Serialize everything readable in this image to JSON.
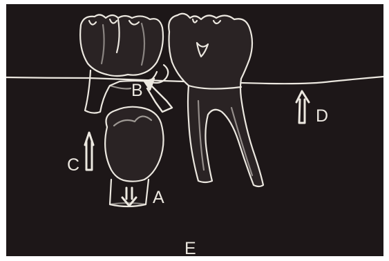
{
  "diagram": {
    "labels": {
      "a": "A",
      "b": "B",
      "c": "C",
      "d": "D",
      "e": "E"
    },
    "colors": {
      "background": "#1d1718",
      "chalk": "#ece8e0",
      "frame": "#ffffff"
    },
    "icons": [
      "molar-crown-icon",
      "molar-with-roots-icon",
      "premolar-icon",
      "arrow-up-icon",
      "arrow-down-icon",
      "arrow-up-left-icon"
    ]
  }
}
